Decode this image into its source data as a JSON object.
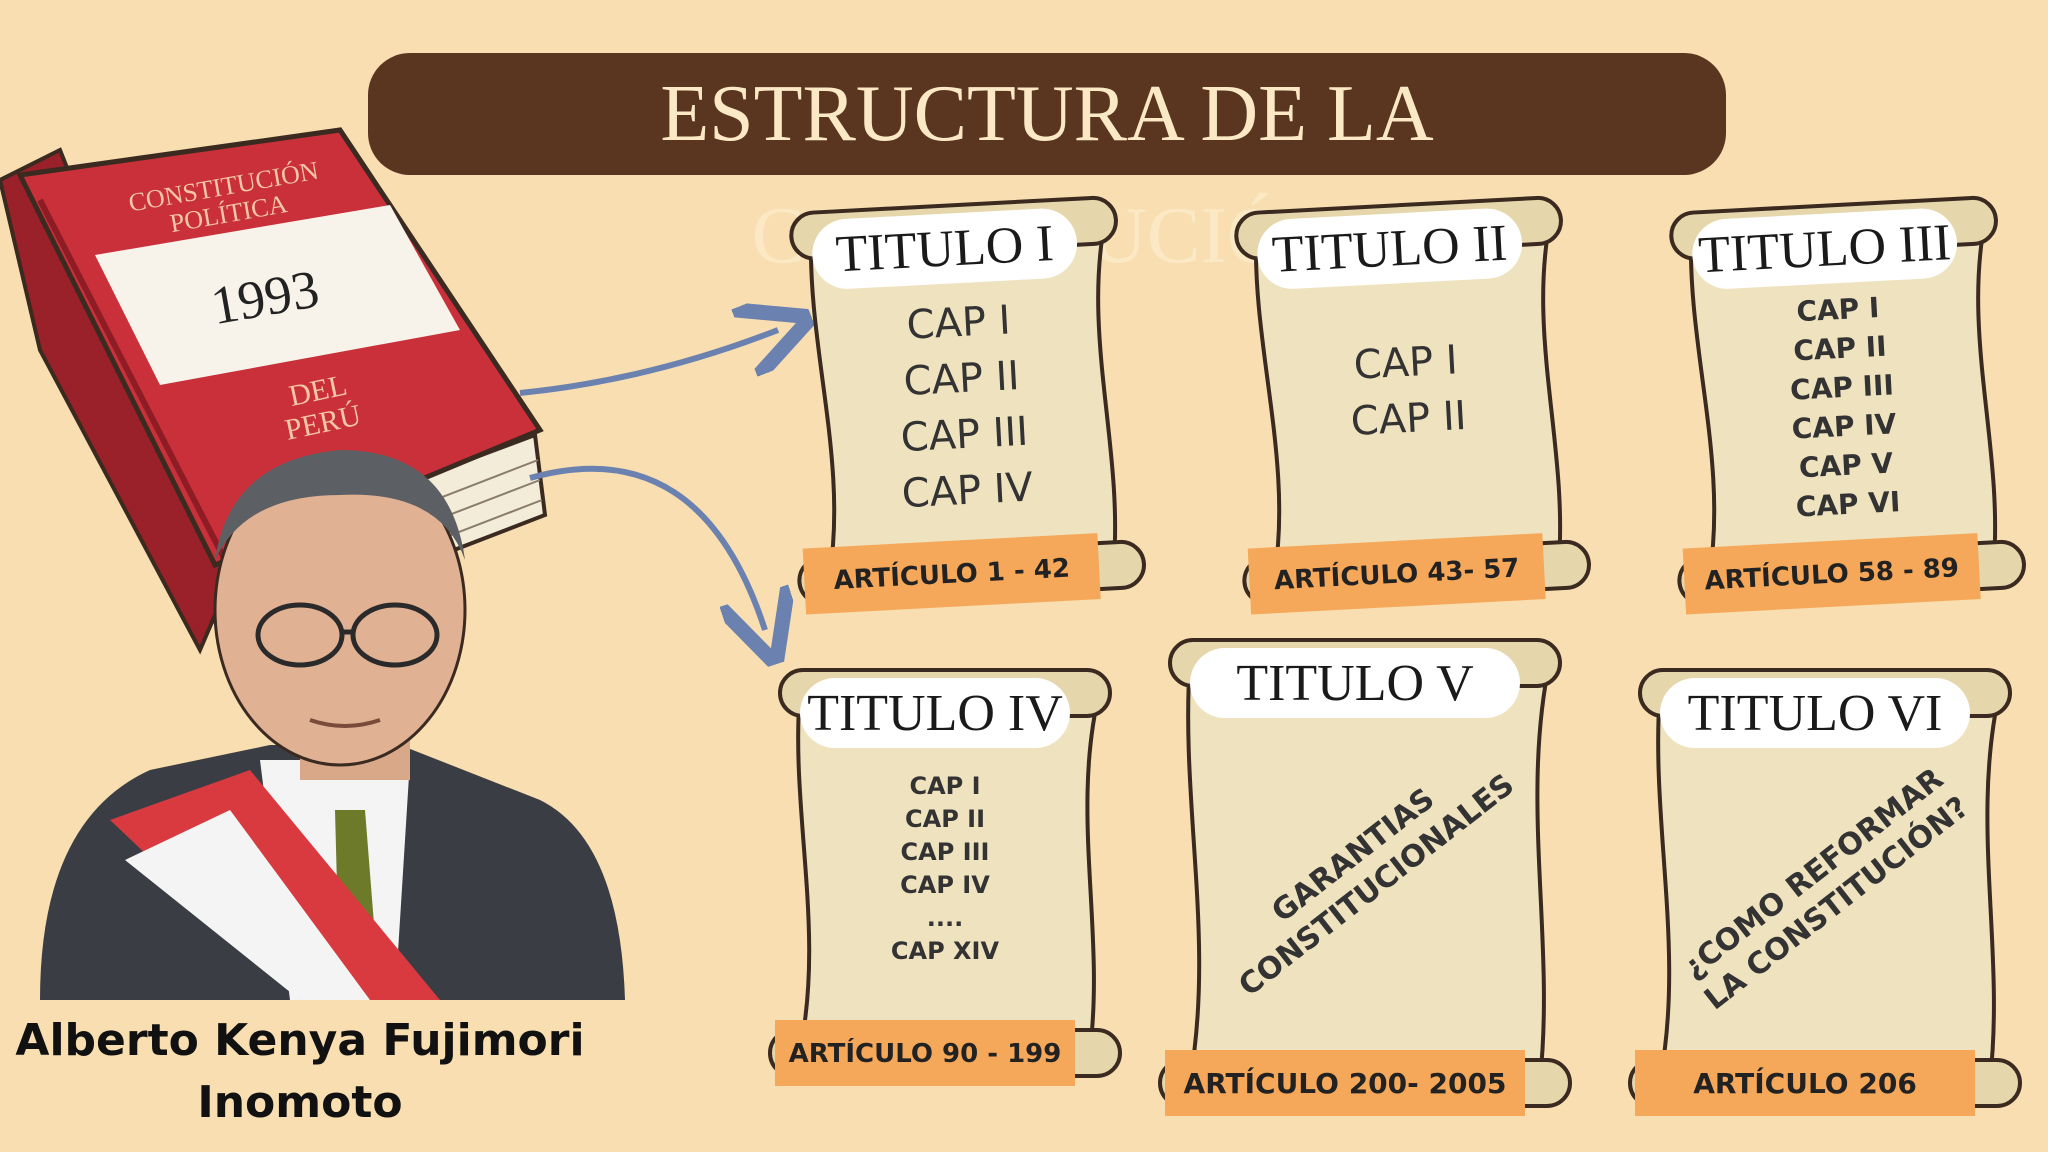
{
  "title": "ESTRUCTURA DE LA CONSTITUCIÓN",
  "book": {
    "top_text_1": "CONSTITUCIÓN",
    "top_text_2": "POLÍTICA",
    "year": "1993",
    "bottom_text_1": "DEL",
    "bottom_text_2": "PERÚ"
  },
  "person_name_line1": "Alberto Kenya Fujimori",
  "person_name_line2": "Inomoto",
  "colors": {
    "background": "#f8deb0",
    "title_bar": "#5a3520",
    "title_text": "#fbe9c6",
    "scroll_paper": "#efe3bf",
    "article_label": "#f6a85a",
    "book_red": "#c9303a",
    "arrow": "#6b82b0"
  },
  "scrolls": [
    {
      "title": "TITULO I",
      "items": [
        "CAP I",
        "CAP II",
        "CAP III",
        "CAP IV"
      ],
      "article": "ARTÍCULO 1 - 42"
    },
    {
      "title": "TITULO II",
      "items": [
        "CAP I",
        "CAP II"
      ],
      "article": "ARTÍCULO 43- 57"
    },
    {
      "title": "TITULO III",
      "items": [
        "CAP I",
        "CAP II",
        "CAP III",
        "CAP IV",
        "CAP V",
        "CAP VI"
      ],
      "article": "ARTÍCULO 58 - 89"
    },
    {
      "title": "TITULO IV",
      "items": [
        "CAP I",
        "CAP II",
        "CAP III",
        "CAP IV",
        "....",
        "CAP XIV"
      ],
      "article": "ARTÍCULO 90 - 199"
    },
    {
      "title": "TITULO V",
      "text_line1": "GARANTIAS",
      "text_line2": "CONSTITUCIONALES",
      "article": "ARTÍCULO 200- 2005"
    },
    {
      "title": "TITULO VI",
      "text_line1": "¿COMO REFORMAR",
      "text_line2": "LA CONSTITUCIÓN?",
      "article": "ARTÍCULO 206"
    }
  ]
}
